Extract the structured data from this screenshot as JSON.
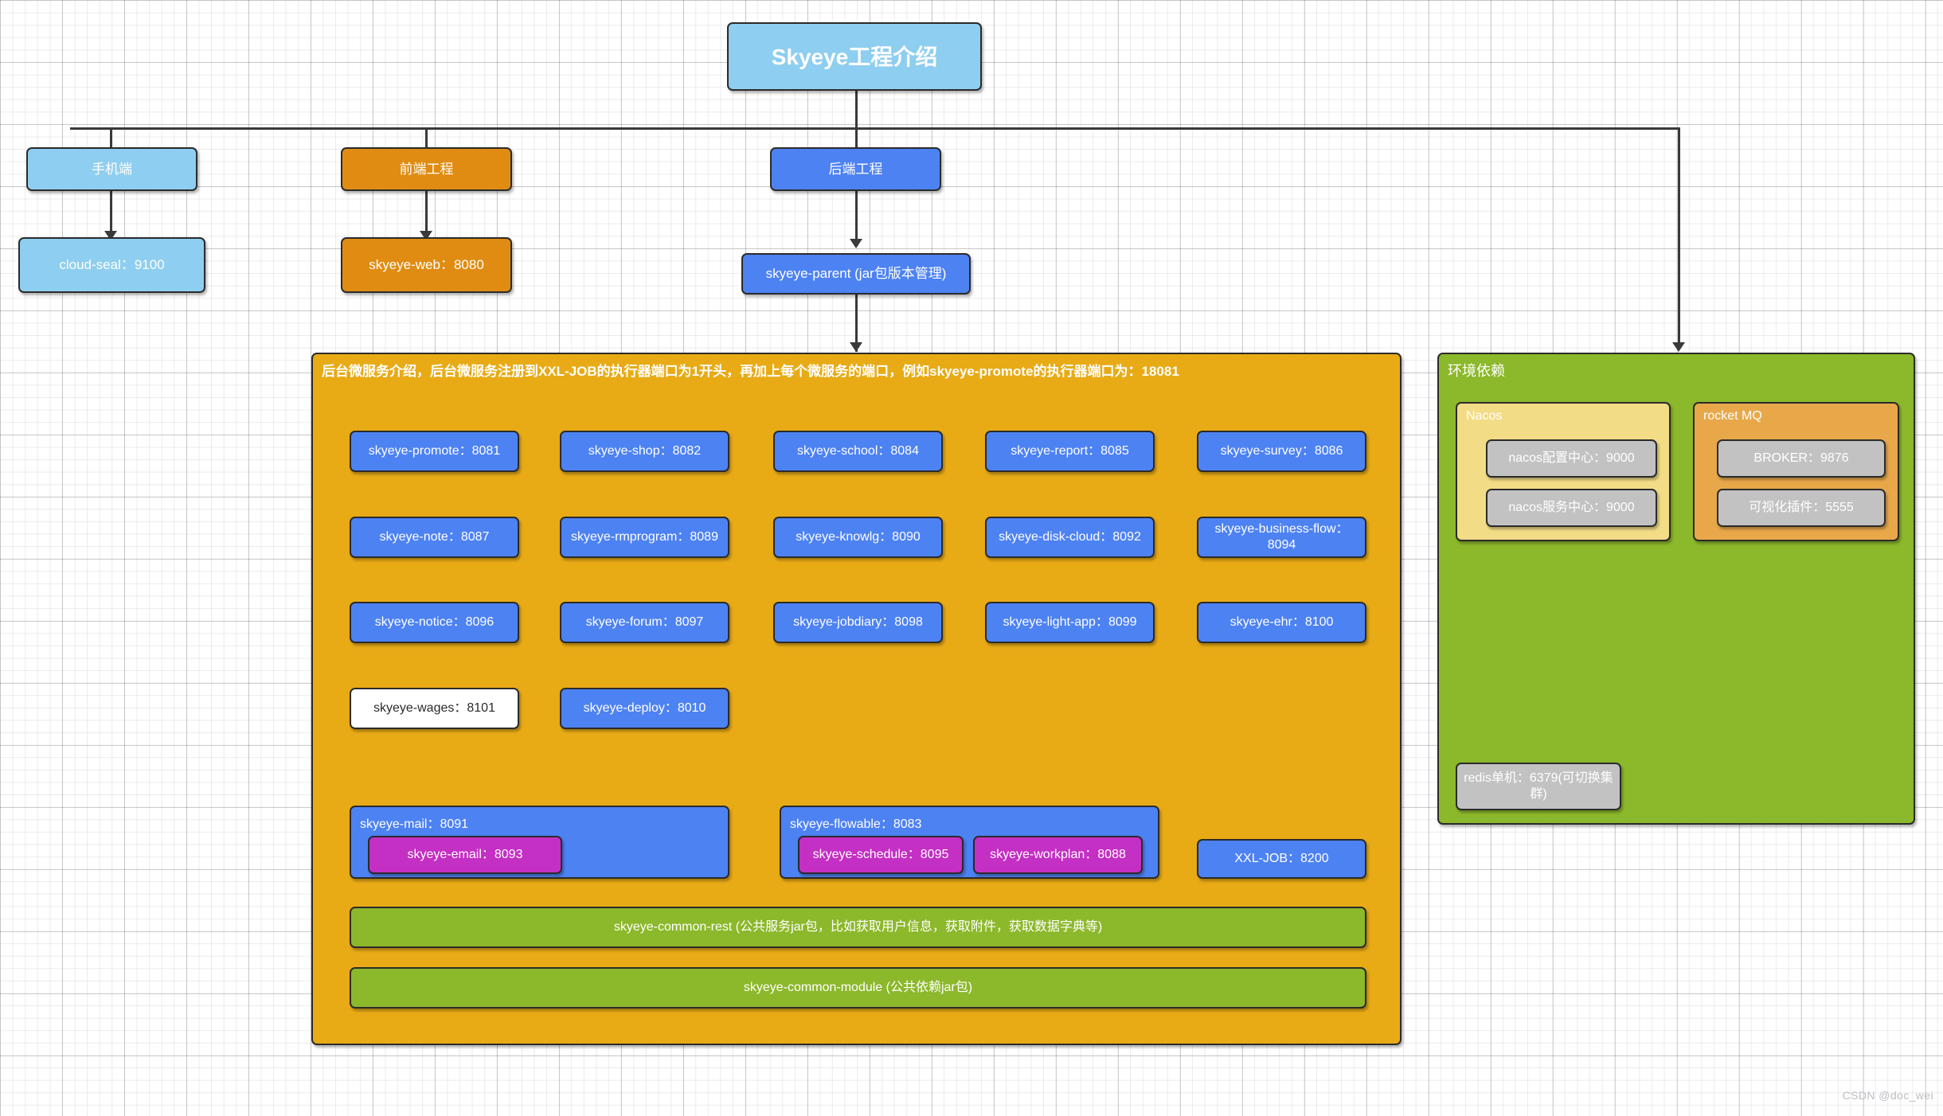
{
  "title_box": {
    "label": "Skyeye工程介绍"
  },
  "tier2": [
    {
      "label": "手机端"
    },
    {
      "label": "前端工程"
    },
    {
      "label": "后端工程"
    }
  ],
  "tier3": [
    {
      "label": "cloud-seal：9100"
    },
    {
      "label": "skyeye-web：8080"
    },
    {
      "label": "skyeye-parent (jar包版本管理)"
    }
  ],
  "backend_panel": {
    "header": "后台微服务介绍，后台微服务注册到XXL-JOB的执行器端口为1开头，再加上每个微服务的端口，例如skyeye-promote的执行器端口为：18081",
    "services_row1": [
      {
        "label": "skyeye-promote：8081"
      },
      {
        "label": "skyeye-shop：8082"
      },
      {
        "label": "skyeye-school：8084"
      },
      {
        "label": "skyeye-report：8085"
      },
      {
        "label": "skyeye-survey：8086"
      }
    ],
    "services_row2": [
      {
        "label": "skyeye-note：8087"
      },
      {
        "label": "skyeye-rmprogram：8089"
      },
      {
        "label": "skyeye-knowlg：8090"
      },
      {
        "label": "skyeye-disk-cloud：8092"
      },
      {
        "label": "skyeye-business-flow：8094"
      }
    ],
    "services_row3": [
      {
        "label": "skyeye-notice：8096"
      },
      {
        "label": "skyeye-forum：8097"
      },
      {
        "label": "skyeye-jobdiary：8098"
      },
      {
        "label": "skyeye-light-app：8099"
      },
      {
        "label": "skyeye-ehr：8100"
      }
    ],
    "services_row4": [
      {
        "label": "skyeye-wages：8101"
      },
      {
        "label": "skyeye-deploy：8010"
      }
    ],
    "mail_group": {
      "title": "skyeye-mail：8091",
      "children": [
        {
          "label": "skyeye-email：8093"
        }
      ]
    },
    "flowable_group": {
      "title": "skyeye-flowable：8083",
      "children": [
        {
          "label": "skyeye-schedule：8095"
        },
        {
          "label": "skyeye-workplan：8088"
        }
      ]
    },
    "xxljob": {
      "label": "XXL-JOB：8200"
    },
    "common_bars": [
      {
        "label": "skyeye-common-rest (公共服务jar包，比如获取用户信息，获取附件，获取数据字典等)"
      },
      {
        "label": "skyeye-common-module (公共依赖jar包)"
      }
    ]
  },
  "env_panel": {
    "title": "环境依赖",
    "nacos": {
      "title": "Nacos",
      "items": [
        {
          "label": "nacos配置中心：9000"
        },
        {
          "label": "nacos服务中心：9000"
        }
      ]
    },
    "rocketmq": {
      "title": "rocket MQ",
      "items": [
        {
          "label": "BROKER：9876"
        },
        {
          "label": "可视化插件：5555"
        }
      ]
    },
    "redis": {
      "label": "redis单机：6379(可切换集群)"
    }
  },
  "watermark": "CSDN @doc_wei",
  "colors": {
    "title_blue": "#8ecef0",
    "frontend_orange": "#e08c12",
    "backend_blue": "#4d82f3",
    "panel_orange": "#e8ab16",
    "green": "#8cb82b",
    "purple": "#c42fc4",
    "gray": "#c2c2c2",
    "nacos_yellow": "#f2dc86",
    "rocketmq_orange": "#e8a84a"
  }
}
